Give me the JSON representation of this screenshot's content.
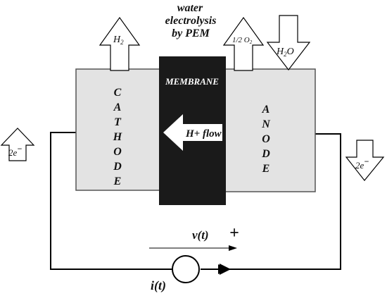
{
  "title": {
    "line1": "water",
    "line2": "electrolysis",
    "line3": "by PEM"
  },
  "membrane": {
    "label": "MEMBRANE",
    "flow_label": "H+ flow"
  },
  "cathode": {
    "letters": [
      "C",
      "A",
      "T",
      "H",
      "O",
      "D",
      "E"
    ]
  },
  "anode": {
    "letters": [
      "A",
      "N",
      "O",
      "D",
      "E"
    ]
  },
  "arrows": {
    "h2": {
      "main": "H",
      "sub": "2"
    },
    "o2": {
      "text": "1/2 O",
      "sub": "2"
    },
    "h2o": {
      "main": "H",
      "sub": "2",
      "tail": "O"
    },
    "electron_left": {
      "main": "2e",
      "sup": "−"
    },
    "electron_right": {
      "main": "2e",
      "sup": "−"
    }
  },
  "circuit": {
    "voltage": "v(t)",
    "plus": "+",
    "current": "i(t)"
  },
  "colors": {
    "electrode": "#e3e3e3",
    "membrane": "#1a1a1a",
    "line": "#000000"
  }
}
